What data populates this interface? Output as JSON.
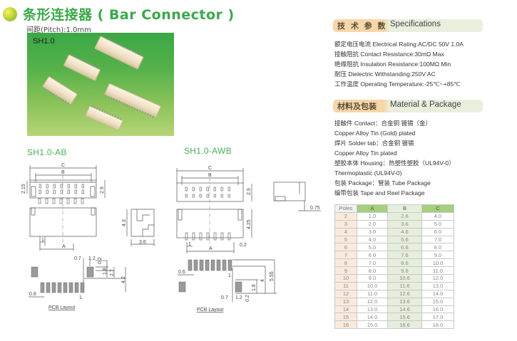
{
  "header": {
    "title": "条形连接器 ( Bar Connector )",
    "pitch": "间距(Pitch):1.0mm"
  },
  "photo": {
    "label": "SH1.0"
  },
  "specifications": {
    "heading_cn": "技 术 参 数",
    "heading_en": "Specifications",
    "items": [
      "额定电压电流 Electrical Rating:AC/DC 50V 1.0A",
      "接触阻抗 Contact Resistance:30mΩ Max",
      "绝缘阻抗 Insulation Resistance:100MΩ Min",
      "耐压 Dielectric Withstanding:250V AC",
      "工作温度 Operating Temperature:-25℃~+85℃"
    ]
  },
  "material": {
    "heading_cn": "材料及包装",
    "heading_en": "Material & Package",
    "items": [
      "接触件 Contact：合金铜 镀锡（金）",
      "Copper Alloy Tin (Gold) plated",
      "焊片 Solder tab：合金铜 镀锡",
      "Copper Alloy Tin plated",
      "塑胶本体 Housing：热塑性塑胶（UL94V-0）",
      "Thermoplastic (UL94V-0)",
      "包装 Package：管装 Tube Package",
      "编带包装 Tape and Reel Package"
    ]
  },
  "drawing_ab": {
    "label": "SH1.0-AB",
    "dims": {
      "C": "C",
      "B": "B",
      "A": "A",
      "h1": "2.15",
      "h2": "2.9",
      "pitch": "1",
      "side_h": "4.3",
      "side_w": "3.6",
      "pad_gap": "0.7",
      "pad_w": "1.2",
      "pad_off": "0.2",
      "pad_h": "1.8",
      "d27": "2.7",
      "d42": "4.2",
      "pin_w": "0.6",
      "pin_pitch": "1"
    },
    "pcb_label": "PCB Layout"
  },
  "drawing_awb": {
    "label": "SH1.0-AWB",
    "dims": {
      "C": "C",
      "B": "B",
      "A": "A",
      "h2": "2.9",
      "h425": "4.25",
      "pitch": "1",
      "d02": "0.2",
      "d075": "0.75",
      "pin_w": "0.6",
      "pin_pitch": "1",
      "d4": "4",
      "d555": "5.55",
      "pad_h": "1.8",
      "pad_gap": "0.7",
      "pad_w": "1.2",
      "pad_off": "0.2"
    },
    "pcb_label": "PCB Layout"
  },
  "dimension_table": {
    "headers": [
      "Poles",
      "A",
      "B",
      "C"
    ],
    "rows": [
      [
        "2",
        "1.0",
        "2.6",
        "4.0"
      ],
      [
        "3",
        "2.0",
        "3.6",
        "5.0"
      ],
      [
        "4",
        "3.0",
        "4.6",
        "6.0"
      ],
      [
        "5",
        "4.0",
        "5.6",
        "7.0"
      ],
      [
        "6",
        "5.0",
        "6.6",
        "8.0"
      ],
      [
        "7",
        "6.0",
        "7.6",
        "9.0"
      ],
      [
        "8",
        "7.0",
        "8.6",
        "10.0"
      ],
      [
        "9",
        "8.0",
        "9.6",
        "11.0"
      ],
      [
        "10",
        "9.0",
        "10.6",
        "12.0"
      ],
      [
        "11",
        "10.0",
        "11.6",
        "13.0"
      ],
      [
        "12",
        "11.0",
        "12.6",
        "14.0"
      ],
      [
        "13",
        "12.0",
        "13.6",
        "15.0"
      ],
      [
        "14",
        "13.0",
        "14.6",
        "16.0"
      ],
      [
        "15",
        "14.0",
        "15.6",
        "17.0"
      ],
      [
        "16",
        "15.0",
        "16.6",
        "18.0"
      ]
    ]
  },
  "colors": {
    "title_green": "#3aa84a",
    "table_header_green": "#a5cf7c",
    "poles_column": "#fbeadc",
    "b_column": "#e6eedc"
  }
}
